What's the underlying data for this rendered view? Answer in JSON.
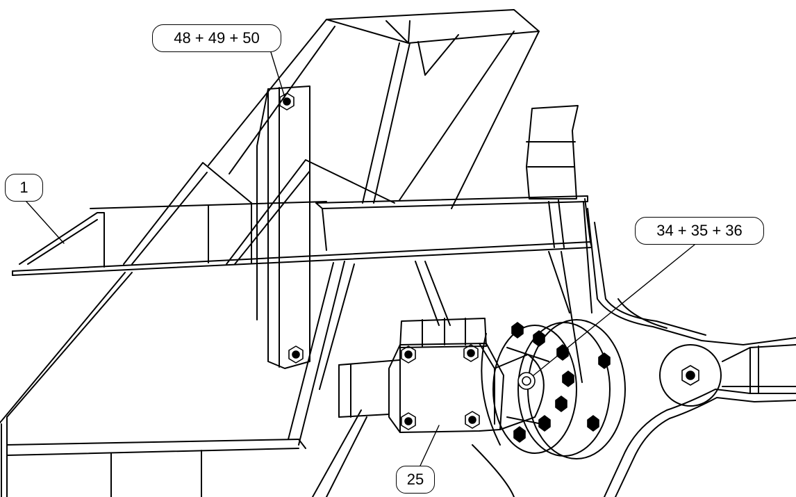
{
  "callouts": {
    "c1": "1",
    "c25": "25",
    "c34": "34 + 35 + 36",
    "c48": "48 + 49 + 50"
  }
}
